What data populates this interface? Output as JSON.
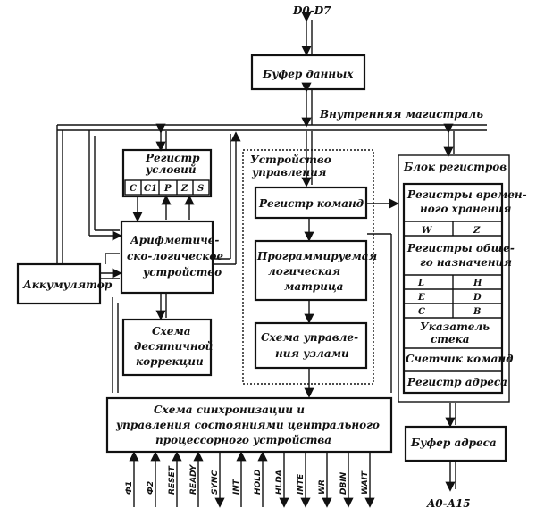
{
  "data_bus_label": "D0-D7",
  "address_bus_label": "A0-A15",
  "data_buffer": "Буфер данных",
  "internal_bus": "Внутренняя магистраль",
  "flags_register": {
    "title_line1": "Регистр",
    "title_line2": "условий",
    "flags": [
      "C",
      "C1",
      "P",
      "Z",
      "S"
    ]
  },
  "alu": [
    "Арифметиче-",
    "ско-логическое",
    "устройство"
  ],
  "accumulator": "Аккумулятор",
  "decimal_correction": [
    "Схема",
    "десятичной",
    "коррекции"
  ],
  "control_unit": {
    "title_line1": "Устройство",
    "title_line2": "управления",
    "instruction_register": "Регистр команд",
    "pla": [
      "Программируемая",
      "логическая",
      "матрица"
    ],
    "node_control": [
      "Схема управле-",
      "ния узлами"
    ]
  },
  "register_block": {
    "title": "Блок регистров",
    "temp": [
      "Регистры времен-",
      "ного хранения"
    ],
    "temp_regs": [
      "W",
      "Z"
    ],
    "general": [
      "Регистры обще-",
      "го назначения"
    ],
    "pairs": [
      [
        "L",
        "H"
      ],
      [
        "E",
        "D"
      ],
      [
        "C",
        "B"
      ]
    ],
    "sp": [
      "Указатель",
      "стека"
    ],
    "pc": "Счетчик команд",
    "addr_reg": "Регистр адреса"
  },
  "sync": [
    "Схема синхронизации и",
    "управления состояниями центрального",
    "процессорного устройства"
  ],
  "address_buffer": "Буфер адреса",
  "pins": [
    "Ф1",
    "Ф2",
    "RESET",
    "READY",
    "SYNC",
    "INT",
    "HOLD",
    "HLDA",
    "INTE",
    "WR",
    "DBIN",
    "WAIT"
  ]
}
